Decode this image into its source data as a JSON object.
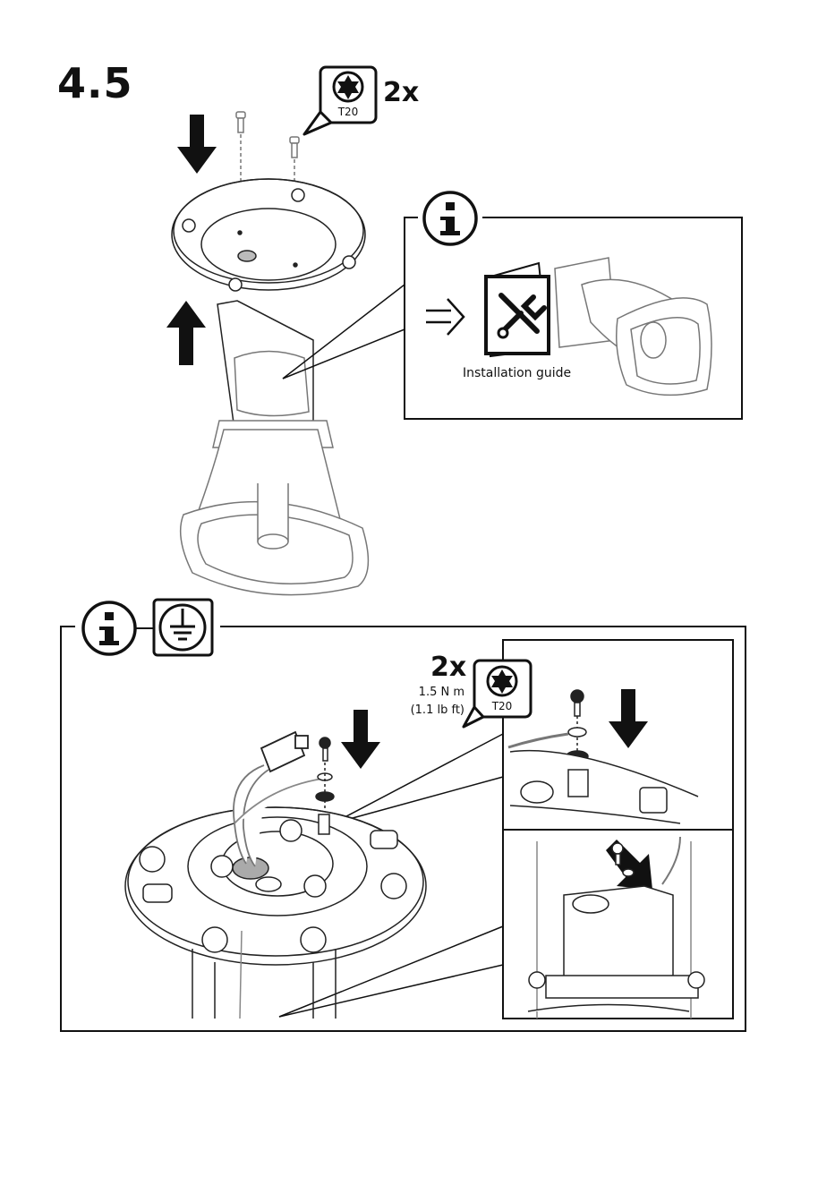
{
  "page": {
    "step_number": "4.5"
  },
  "top_section": {
    "tool_badge": {
      "label": "T20",
      "icon": "torx-icon"
    },
    "screw_count": "2x",
    "info_box": {
      "icon": "info-icon",
      "manual_label": "Installation guide",
      "manual_icon": "manual-tools-icon"
    }
  },
  "bottom_section": {
    "icons": [
      "info-icon",
      "ground-icon"
    ],
    "screw_count": "2x",
    "torque_nm": "1.5 N m",
    "torque_lbft": "(1.1 lb ft)",
    "tool_badge": {
      "label": "T20",
      "icon": "torx-icon"
    }
  }
}
